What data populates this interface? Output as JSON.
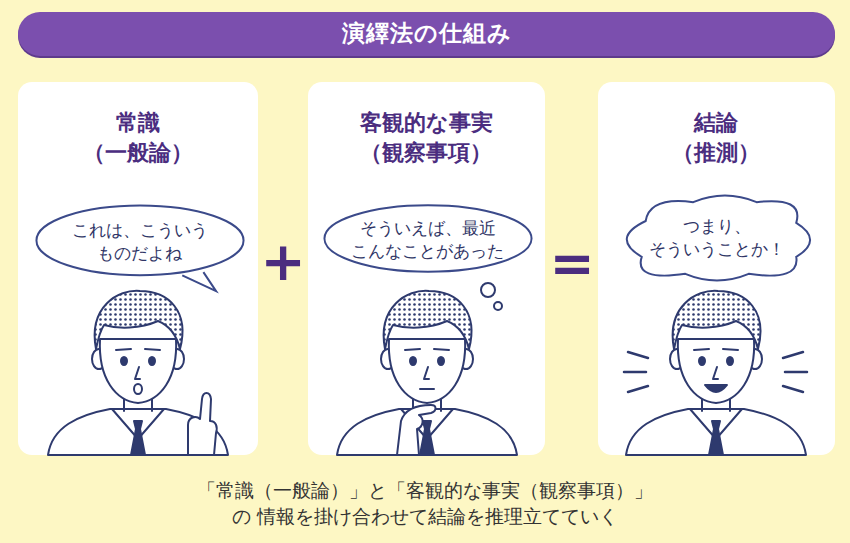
{
  "diagram": {
    "title": "演繹法の仕組み",
    "caption": "「常識（一般論）」と「客観的な事実（観察事項）」の 情報を掛け合わせて結論を推理立てていく",
    "nodes": [
      {
        "text": [
          "常識 （一般論）"
        ]
      },
      {
        "text": [
          "これは、こういう ものだよね"
        ],
        "in": 0
      },
      {
        "text": [
          "客観的な事実 （観察事項）"
        ]
      },
      {
        "text": [
          "そういえば、最近 こんなことがあった"
        ],
        "in": 2
      },
      {
        "text": [
          "結論 （推測）"
        ]
      },
      {
        "text": [
          "つまり、 そういうことか！"
        ],
        "in": 4
      }
    ],
    "labels": [
      "+",
      "="
    ]
  }
}
